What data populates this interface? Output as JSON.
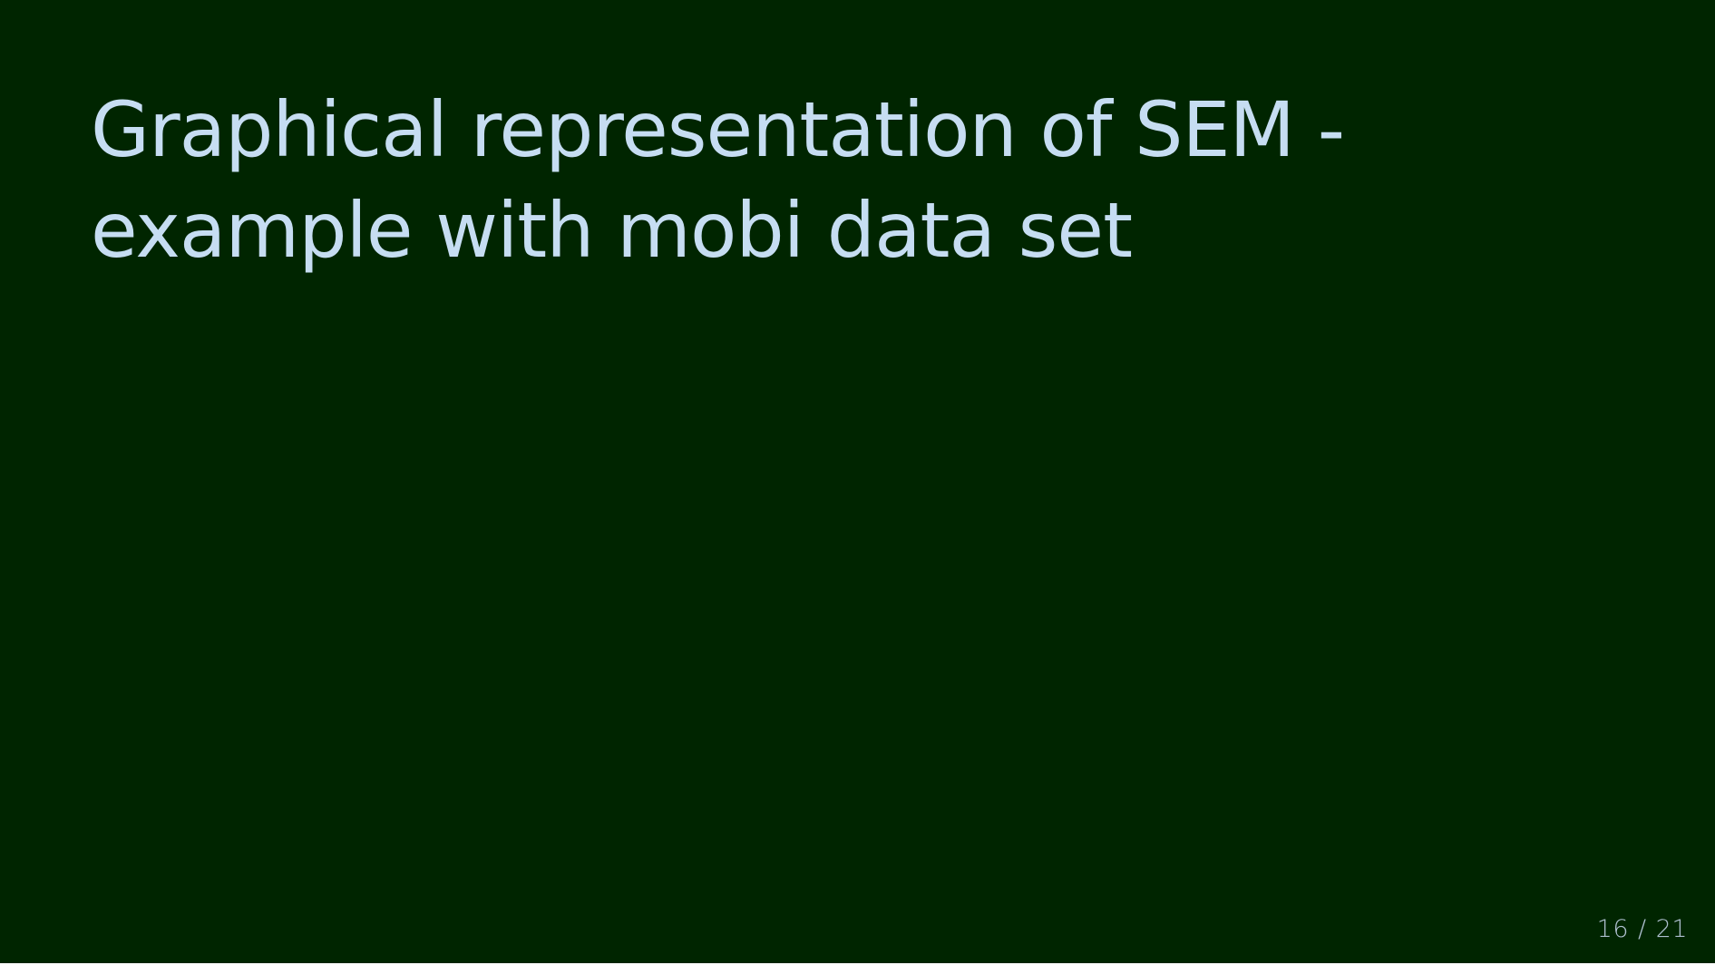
{
  "slide": {
    "title_line_1": "Graphical representation of SEM -",
    "title_line_2": "example with mobi data set",
    "background_color": "#002500",
    "title_color": "#c6ddf2"
  },
  "pagination": {
    "current": "16",
    "separator": "/",
    "total": "21"
  }
}
